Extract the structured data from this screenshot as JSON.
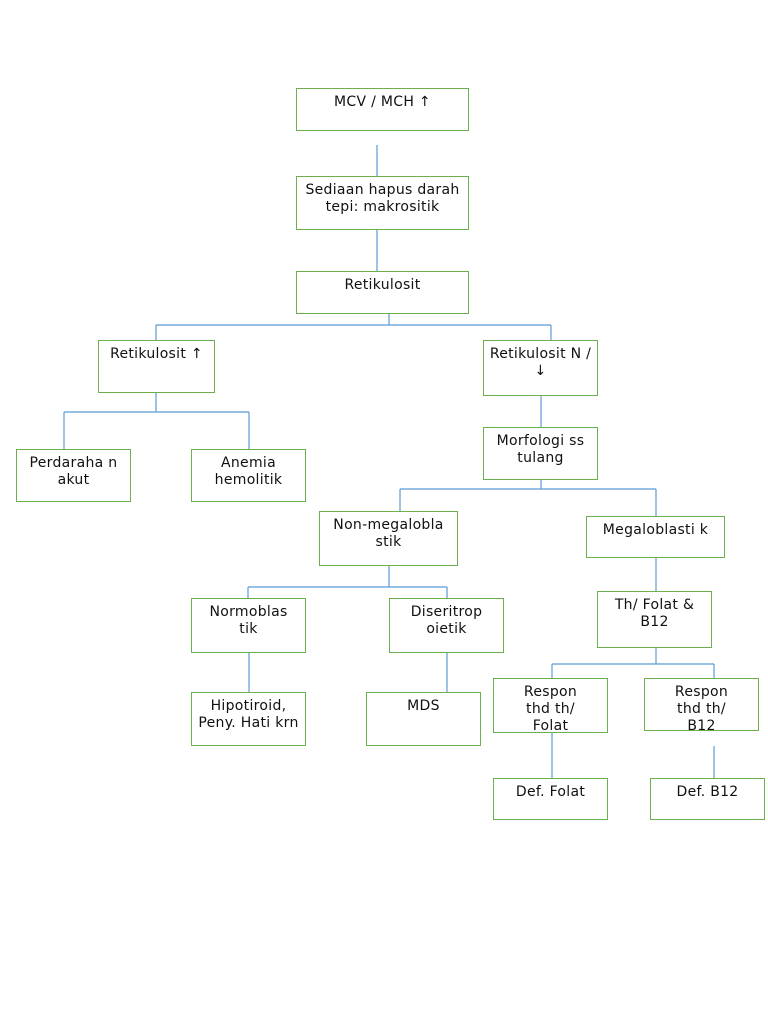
{
  "colors": {
    "node_border": "#6ab04c",
    "connector": "#5b9bd5",
    "text": "#111111"
  },
  "nodes": {
    "mcv": "MCV / MCH ↑",
    "sediaan": "Sediaan hapus darah tepi: makrositik",
    "retikulosit": "Retikulosit",
    "retik_up": "Retikulosit ↑",
    "retik_down": "Retikulosit N / ↓",
    "perdarahan": "Perdaraha n akut",
    "anemia": "Anemia hemolitik",
    "morfologi": "Morfologi ss tulang",
    "nonmegalo": "Non-megaloblastik",
    "megalo": "Megaloblasti k",
    "normoblastik": "Normoblas tik",
    "diseritropoietik": "Diseritrop oietik",
    "th_folat": "Th/ Folat & B12",
    "hipotiroid": "Hipotiroid, Peny. Hati krn",
    "mds": "MDS",
    "respon_folat": "Respon thd th/ Folat",
    "respon_b12": "Respon thd th/ B12",
    "def_folat": "Def. Folat",
    "def_b12": "Def. B12"
  },
  "edges": [
    [
      "mcv",
      "sediaan"
    ],
    [
      "sediaan",
      "retikulosit"
    ],
    [
      "retikulosit",
      "retik_up"
    ],
    [
      "retikulosit",
      "retik_down"
    ],
    [
      "retik_up",
      "perdarahan"
    ],
    [
      "retik_up",
      "anemia"
    ],
    [
      "retik_down",
      "morfologi"
    ],
    [
      "morfologi",
      "nonmegalo"
    ],
    [
      "morfologi",
      "megalo"
    ],
    [
      "nonmegalo",
      "normoblastik"
    ],
    [
      "nonmegalo",
      "diseritropoietik"
    ],
    [
      "megalo",
      "th_folat"
    ],
    [
      "normoblastik",
      "hipotiroid"
    ],
    [
      "diseritropoietik",
      "mds"
    ],
    [
      "th_folat",
      "respon_folat"
    ],
    [
      "th_folat",
      "respon_b12"
    ],
    [
      "respon_folat",
      "def_folat"
    ],
    [
      "respon_b12",
      "def_b12"
    ]
  ]
}
